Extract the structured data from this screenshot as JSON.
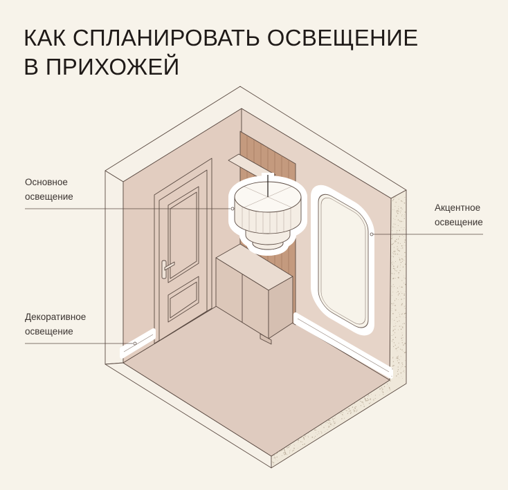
{
  "title": {
    "line1": "КАК СПЛАНИРОВАТЬ ОСВЕЩЕНИЕ",
    "line2": "В ПРИХОЖЕЙ"
  },
  "labels": {
    "main": {
      "line1": "Основное",
      "line2": "освещение"
    },
    "decorative": {
      "line1": "Декоративное",
      "line2": "освещение"
    },
    "accent": {
      "line1": "Акцентное",
      "line2": "освещение"
    }
  },
  "colors": {
    "background": "#f7f3ea",
    "wall": "#e4d1c5",
    "floor": "#dfcbbf",
    "wood": "#c49a7e",
    "line": "#5a4a42",
    "light": "#ffffff"
  }
}
